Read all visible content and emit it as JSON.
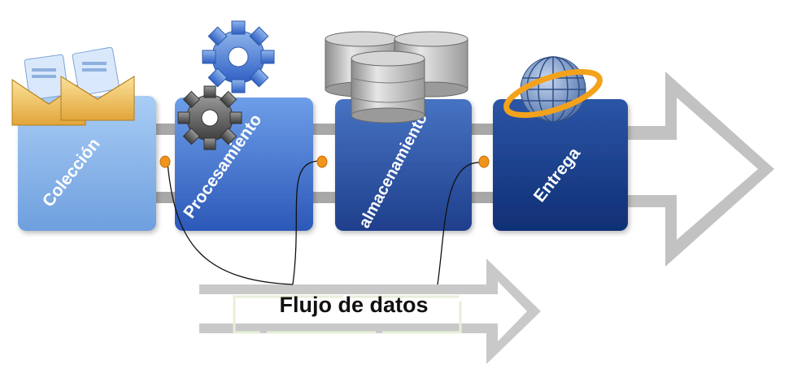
{
  "stages": [
    {
      "label": "Colección",
      "icon": "envelope-documents-icon",
      "color_top": "#a9cdf5",
      "color_bottom": "#6e9fde"
    },
    {
      "label": "Procesamiento",
      "icon": "gears-icon",
      "color_top": "#6d9ee8",
      "color_bottom": "#2c58b8"
    },
    {
      "label": "almacenamiento",
      "icon": "database-stack-icon",
      "color_top": "#4673c2",
      "color_bottom": "#1f3f8c"
    },
    {
      "label": "Entrega",
      "icon": "globe-icon",
      "color_top": "#2b55a6",
      "color_bottom": "#102f75"
    }
  ],
  "flow": {
    "label": "Flujo de datos"
  },
  "colors": {
    "arrow_gray": "#bcbcbc",
    "connector_gray": "#a6a6a6",
    "port_orange": "#f0941c",
    "flow_guide": "#e7efd9"
  }
}
